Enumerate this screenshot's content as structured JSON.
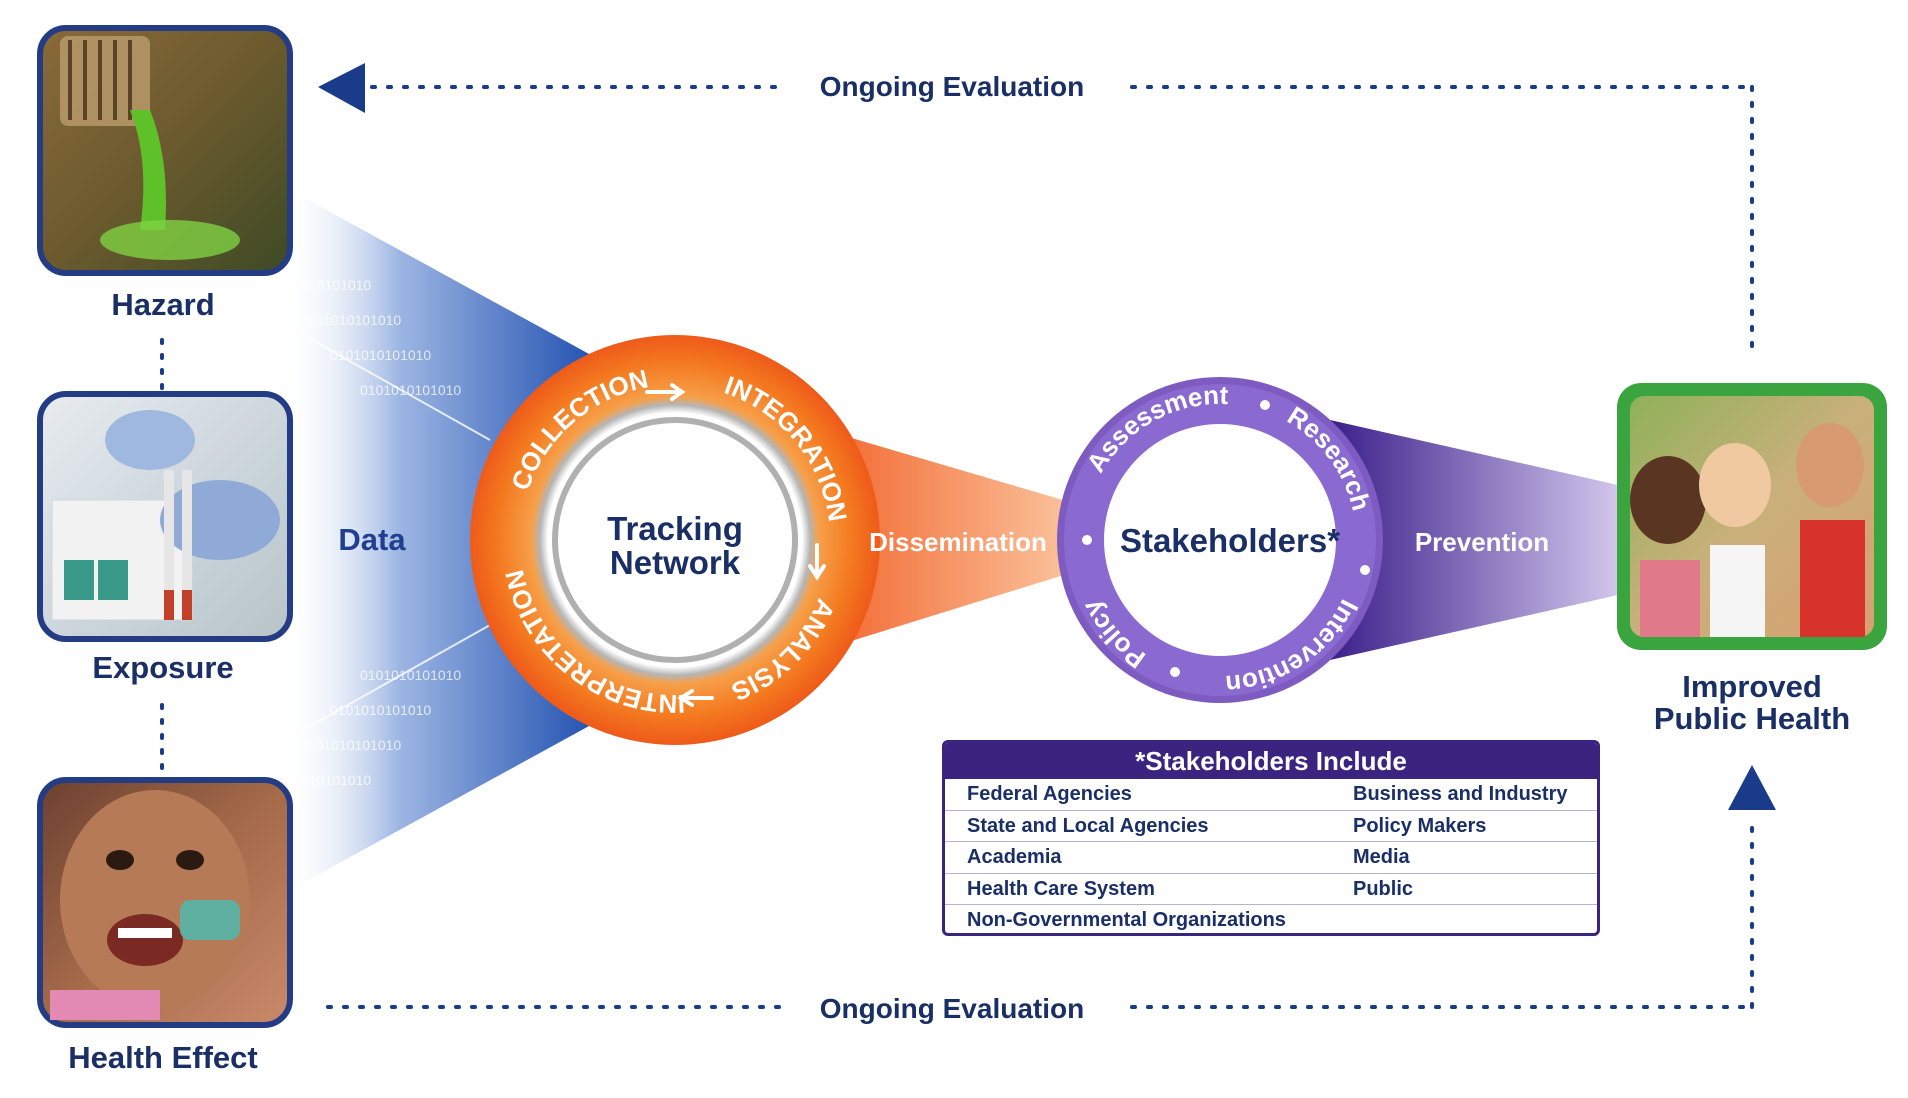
{
  "nodes": {
    "hazard": "Hazard",
    "exposure": "Exposure",
    "health_effect": "Health Effect",
    "improved_line1": "Improved",
    "improved_line2": "Public Health"
  },
  "flow": {
    "data": "Data",
    "dissemination": "Dissemination",
    "prevention": "Prevention",
    "evaluation_top": "Ongoing Evaluation",
    "evaluation_bottom": "Ongoing Evaluation"
  },
  "tracking": {
    "center_line1": "Tracking",
    "center_line2": "Network",
    "ring": [
      "COLLECTION",
      "INTEGRATION",
      "ANALYSIS",
      "INTERPRETATION"
    ]
  },
  "stakeholder_ring": {
    "center": "Stakeholders*",
    "ring": [
      "Assessment",
      "Research",
      "Intervention",
      "Policy"
    ]
  },
  "stakeholders_table": {
    "title": "*Stakeholders Include",
    "rows": [
      [
        "Federal Agencies",
        "Business and Industry"
      ],
      [
        "State and Local Agencies",
        "Policy Makers"
      ],
      [
        "Academia",
        "Media"
      ],
      [
        "Health Care System",
        "Public"
      ],
      [
        "Non-Governmental Organizations",
        ""
      ]
    ]
  },
  "binary_pattern": "0101010101010",
  "colors": {
    "navy": "#1a2f66",
    "blue": "#213f91",
    "orange": "#f47a20",
    "purple": "#5a3aa0",
    "green": "#2f9a3a"
  }
}
